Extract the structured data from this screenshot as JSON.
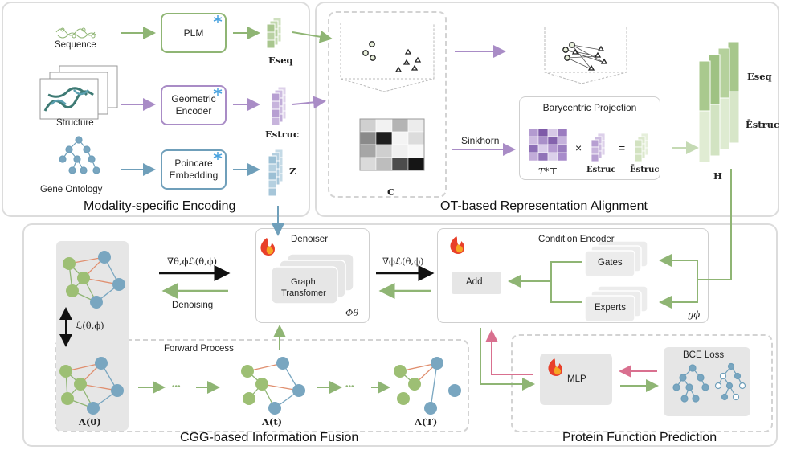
{
  "encoding": {
    "title": "Modality-specific Encoding",
    "inputs": {
      "sequence": "Sequence",
      "structure": "Structure",
      "ontology": "Gene Ontology"
    },
    "encoders": {
      "plm": "PLM",
      "geometric_line1": "Geometric",
      "geometric_line2": "Encoder",
      "poincare_line1": "Poincare",
      "poincare_line2": "Embedding"
    },
    "outputs": {
      "e_seq": "Eseq",
      "e_struc": "Estruc",
      "z": "Z"
    }
  },
  "alignment": {
    "title": "OT-based Representation Alignment",
    "sinkhorn": "Sinkhorn",
    "cost_matrix": "C",
    "projection_title": "Barycentric Projection",
    "transport": "T*⊤",
    "times": "×",
    "equals": "=",
    "e_struc": "Estruc",
    "e_struc_bar": "Ēstruc",
    "h_label": "H",
    "h_seq": "Eseq",
    "h_struc": "Ēstruc"
  },
  "fusion": {
    "title": "CGG-based Information Fusion",
    "grad_theta_phi": "∇θ,ϕℒ(θ,ϕ)",
    "denoising": "Denoising",
    "loss": "ℒ(θ,ϕ)",
    "denoiser_title": "Denoiser",
    "denoiser_line1": "Graph",
    "denoiser_line2": "Transfomer",
    "phi_theta": "Φθ",
    "grad_phi": "∇ϕℒ(θ,ϕ)",
    "condition_title": "Condition Encoder",
    "add": "Add",
    "gates": "Gates",
    "experts": "Experts",
    "g_phi": "gϕ",
    "forward_process": "Forward Process",
    "dots": "•••",
    "a0": "A(0)",
    "at": "A(t)",
    "aT": "A(T)"
  },
  "prediction": {
    "title": "Protein Function Prediction",
    "mlp": "MLP",
    "bce_loss": "BCE Loss"
  },
  "colors": {
    "green": "#8fb574",
    "purple": "#a98cc6",
    "blue": "#6f9fba",
    "pink": "#d9708f",
    "node_green": "#9dbf74",
    "node_blue": "#79a6c0",
    "edge_orange": "#e08f6f",
    "panel_border": "#dcdcdc"
  }
}
